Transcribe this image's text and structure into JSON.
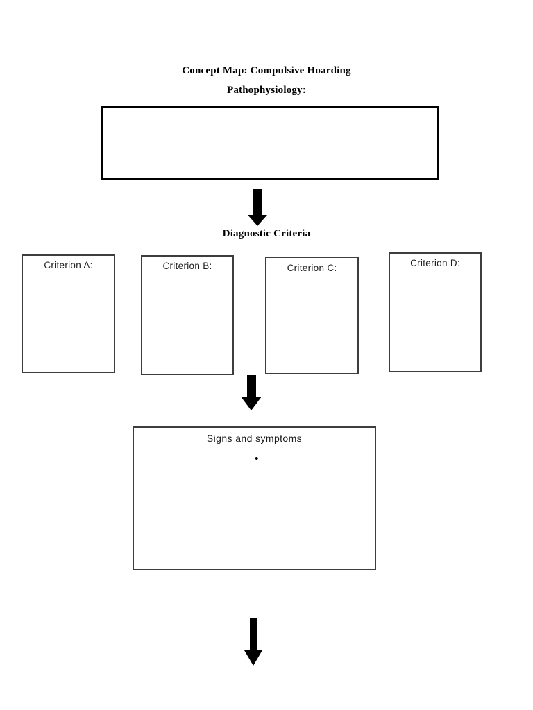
{
  "header": {
    "title": "Concept Map: Compulsive Hoarding",
    "subtitle": "Pathophysiology:"
  },
  "diagnostic": {
    "heading": "Diagnostic Criteria",
    "criteria": [
      {
        "label": "Criterion A:"
      },
      {
        "label": "Criterion B:"
      },
      {
        "label": "Criterion C:"
      },
      {
        "label": "Criterion D:"
      }
    ]
  },
  "signs_box": {
    "label": "Signs and symptoms",
    "bullet_glyph": "•"
  },
  "colors": {
    "page_background": "#ffffff",
    "text": "#000000",
    "heavy_border": "#000000",
    "light_border": "#3d3d3d",
    "arrow": "#000000"
  }
}
